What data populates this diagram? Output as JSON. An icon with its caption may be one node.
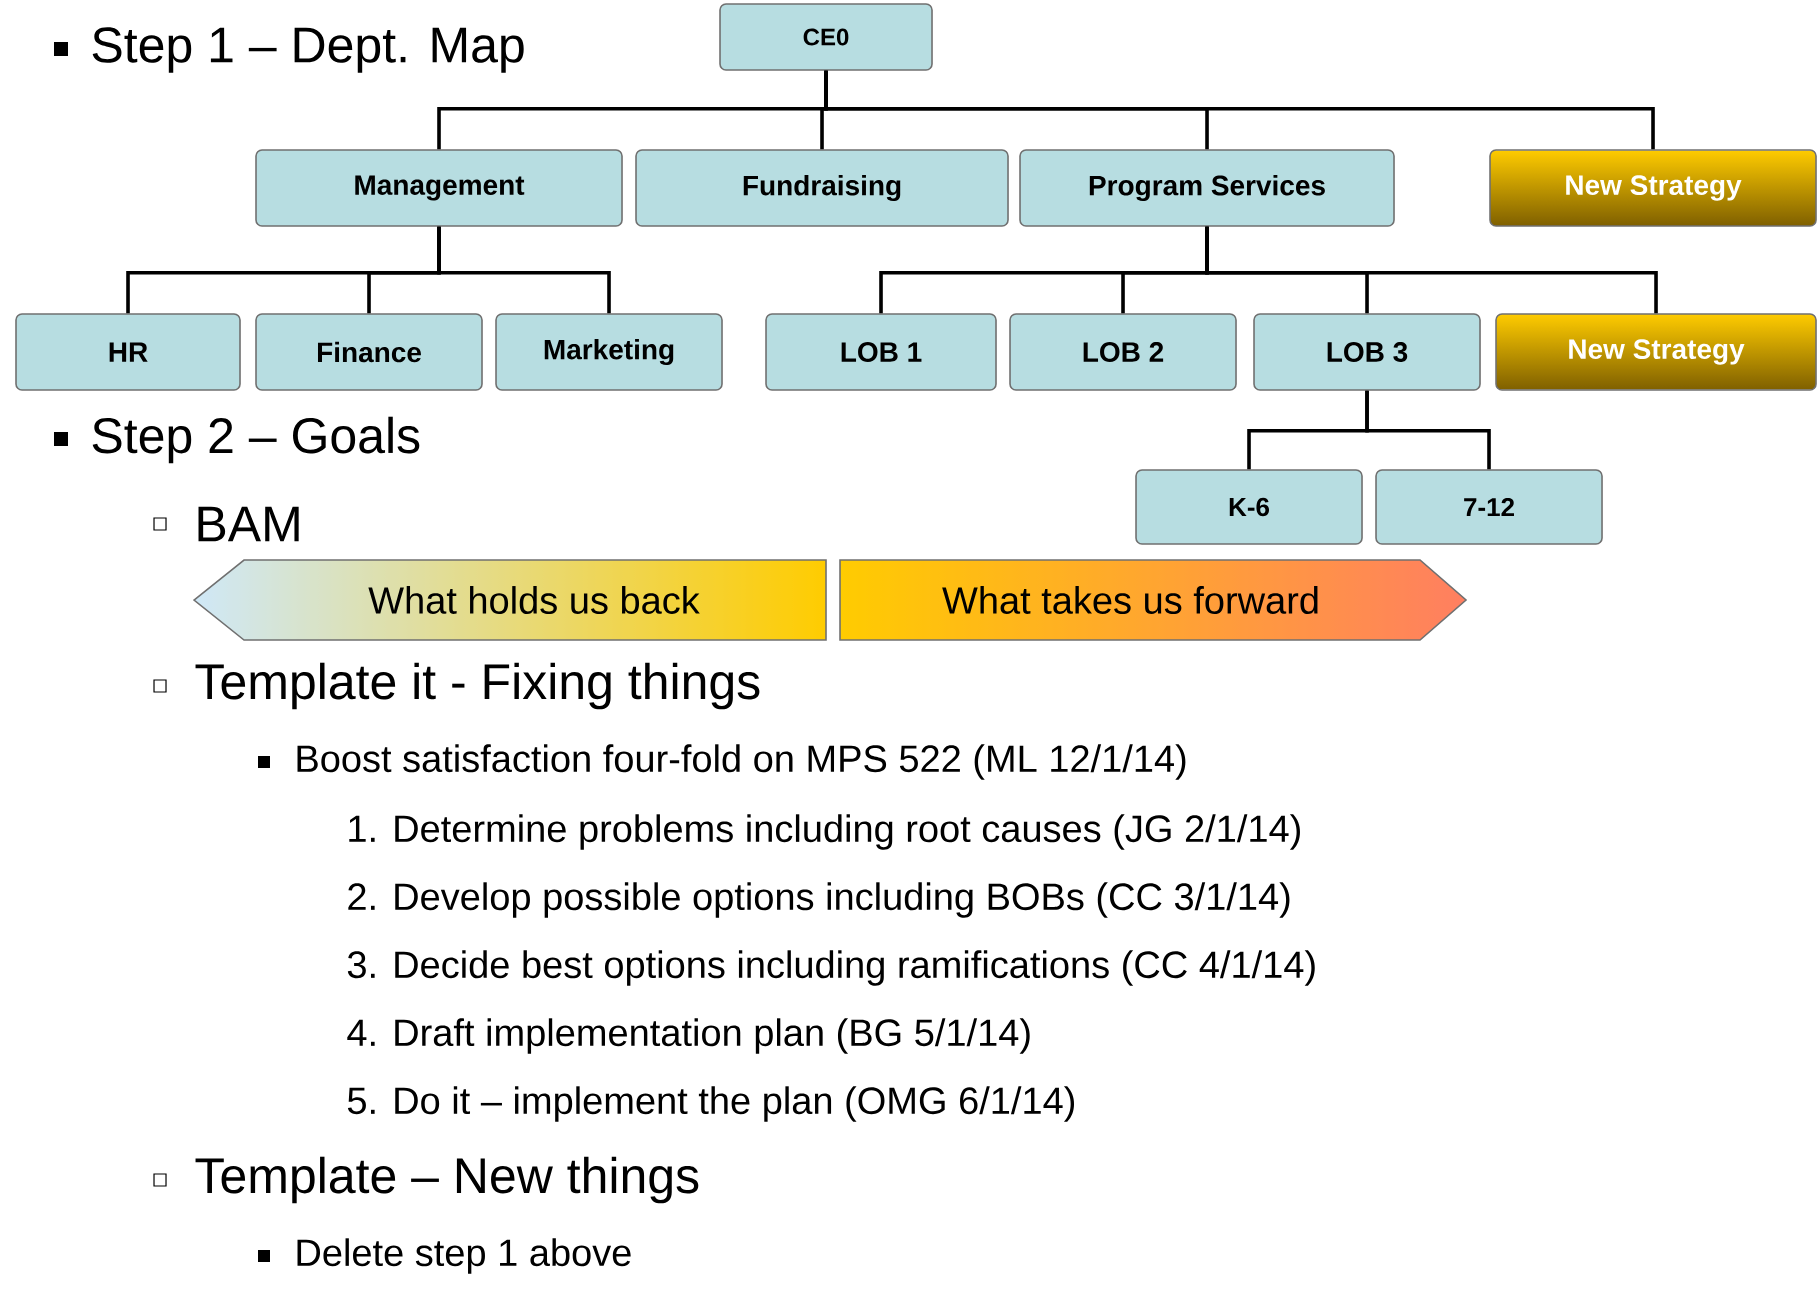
{
  "diagram": {
    "nodes": [
      {
        "text": [
          "CE0"
        ]
      },
      {
        "text": [
          "Management"
        ]
      },
      {
        "text": [
          "Fundraising"
        ]
      },
      {
        "text": [
          "Program Services"
        ]
      },
      {
        "text": [
          "New Strategy"
        ]
      },
      {
        "text": [
          "HR"
        ]
      },
      {
        "text": [
          "Finance"
        ]
      },
      {
        "text": [
          "Marketing"
        ]
      },
      {
        "text": [
          "LOB 1"
        ]
      },
      {
        "text": [
          "LOB 2"
        ]
      },
      {
        "text": [
          "LOB 3"
        ]
      },
      {
        "text": [
          "New Strategy"
        ]
      },
      {
        "text": [
          "K-6"
        ]
      },
      {
        "text": [
          "7-12"
        ]
      },
      {
        "text": [
          "What holds us back"
        ]
      },
      {
        "text": [
          "What takes us forward"
        ]
      }
    ],
    "edges": [
      {
        "from": 0,
        "to": 1,
        "arrow": "none"
      },
      {
        "from": 0,
        "to": 2,
        "arrow": "none"
      },
      {
        "from": 0,
        "to": 3,
        "arrow": "none"
      },
      {
        "from": 0,
        "to": 4,
        "arrow": "none"
      },
      {
        "from": 1,
        "to": 5,
        "arrow": "none"
      },
      {
        "from": 1,
        "to": 6,
        "arrow": "none"
      },
      {
        "from": 1,
        "to": 7,
        "arrow": "none"
      },
      {
        "from": 3,
        "to": 8,
        "arrow": "none"
      },
      {
        "from": 3,
        "to": 9,
        "arrow": "none"
      },
      {
        "from": 3,
        "to": 10,
        "arrow": "none"
      },
      {
        "from": 3,
        "to": 11,
        "arrow": "none"
      },
      {
        "from": 10,
        "to": 12,
        "arrow": "none"
      },
      {
        "from": 10,
        "to": 13,
        "arrow": "none"
      }
    ],
    "labels": [
      "Step 1 – Dept. Map",
      "Step 2 – Goals",
      "BAM",
      "Template it - Fixing things",
      "Boost satisfaction four-fold on MPS 522 (ML 12/1/14)",
      "1. Determine problems including root causes  (JG 2/1/14)",
      "2. Develop possible options including BOBs (CC 3/1/14)",
      "3. Decide best options including ramifications (CC 4/1/14)",
      "4. Draft implementation plan (BG 5/1/14)",
      "5. Do it – implement the plan (OMG 6/1/14)",
      "Template – New things",
      "Delete step 1 above"
    ]
  }
}
